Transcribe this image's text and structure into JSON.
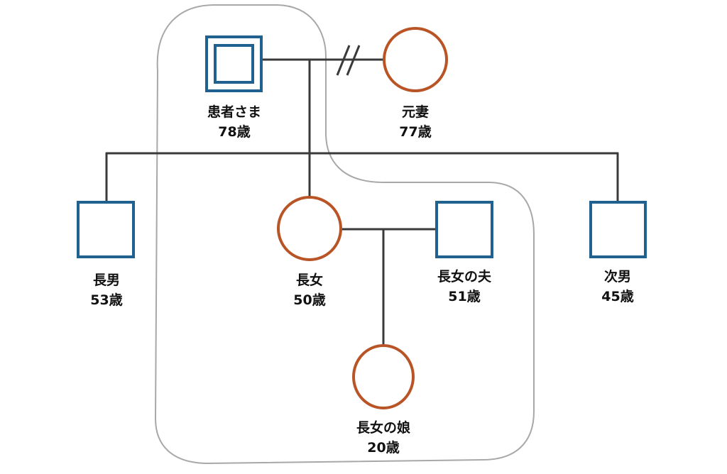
{
  "diagram": {
    "type": "genogram",
    "colors": {
      "male": "#21618f",
      "female": "#b85426",
      "line": "#3a3a3a",
      "household_boundary": "#a8a8a8",
      "text": "#111111"
    },
    "people": [
      {
        "id": "patient",
        "sex": "male",
        "is_patient": true,
        "name": "患者さま",
        "age": "78歳"
      },
      {
        "id": "ex_wife",
        "sex": "female",
        "name": "元妻",
        "age": "77歳"
      },
      {
        "id": "eldest_son",
        "sex": "male",
        "name": "長男",
        "age": "53歳"
      },
      {
        "id": "eldest_daughter",
        "sex": "female",
        "name": "長女",
        "age": "50歳"
      },
      {
        "id": "eldest_daughter_husband",
        "sex": "male",
        "name": "長女の夫",
        "age": "51歳"
      },
      {
        "id": "second_son",
        "sex": "male",
        "name": "次男",
        "age": "45歳"
      },
      {
        "id": "granddaughter",
        "sex": "female",
        "name": "長女の娘",
        "age": "20歳"
      }
    ],
    "relationships": [
      {
        "type": "divorced",
        "between": [
          "patient",
          "ex_wife"
        ]
      },
      {
        "type": "married",
        "between": [
          "eldest_daughter",
          "eldest_daughter_husband"
        ]
      },
      {
        "type": "children",
        "parents": [
          "patient",
          "ex_wife"
        ],
        "children": [
          "eldest_son",
          "eldest_daughter",
          "second_son"
        ]
      },
      {
        "type": "children",
        "parents": [
          "eldest_daughter",
          "eldest_daughter_husband"
        ],
        "children": [
          "granddaughter"
        ]
      }
    ],
    "household": {
      "label": "",
      "members": [
        "patient",
        "eldest_daughter",
        "eldest_daughter_husband",
        "granddaughter"
      ]
    }
  }
}
